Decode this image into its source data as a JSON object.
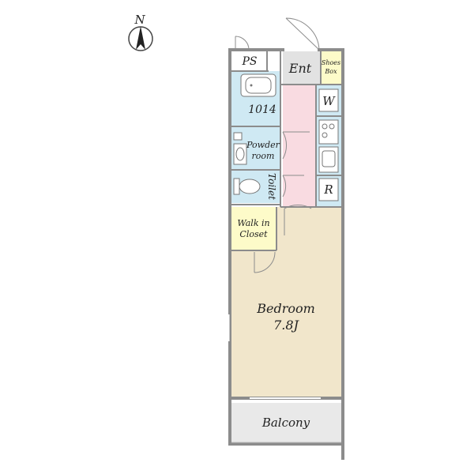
{
  "compass": {
    "label": "N"
  },
  "rooms": {
    "ps": "PS",
    "ent": "Ent",
    "shoes_box_line1": "Shoes",
    "shoes_box_line2": "Box",
    "bath": "1014",
    "washer": "W",
    "powder_room_line1": "Powder",
    "powder_room_line2": "room",
    "toilet": "Toilet",
    "fridge": "R",
    "walk_in_closet_line1": "Walk in",
    "walk_in_closet_line2": "Closet",
    "bedroom": "Bedroom",
    "bedroom_size": "7.8J",
    "balcony": "Balcony"
  },
  "colors": {
    "wall": "#8c8c8c",
    "bath_blue": "#cfe9f3",
    "hall_pink": "#f9dbe1",
    "closet_yellow": "#fdfbc9",
    "bedroom_beige": "#f1e6cb",
    "balcony_gray": "#e9e9e9",
    "entrance_gray": "#e2e2e2"
  }
}
